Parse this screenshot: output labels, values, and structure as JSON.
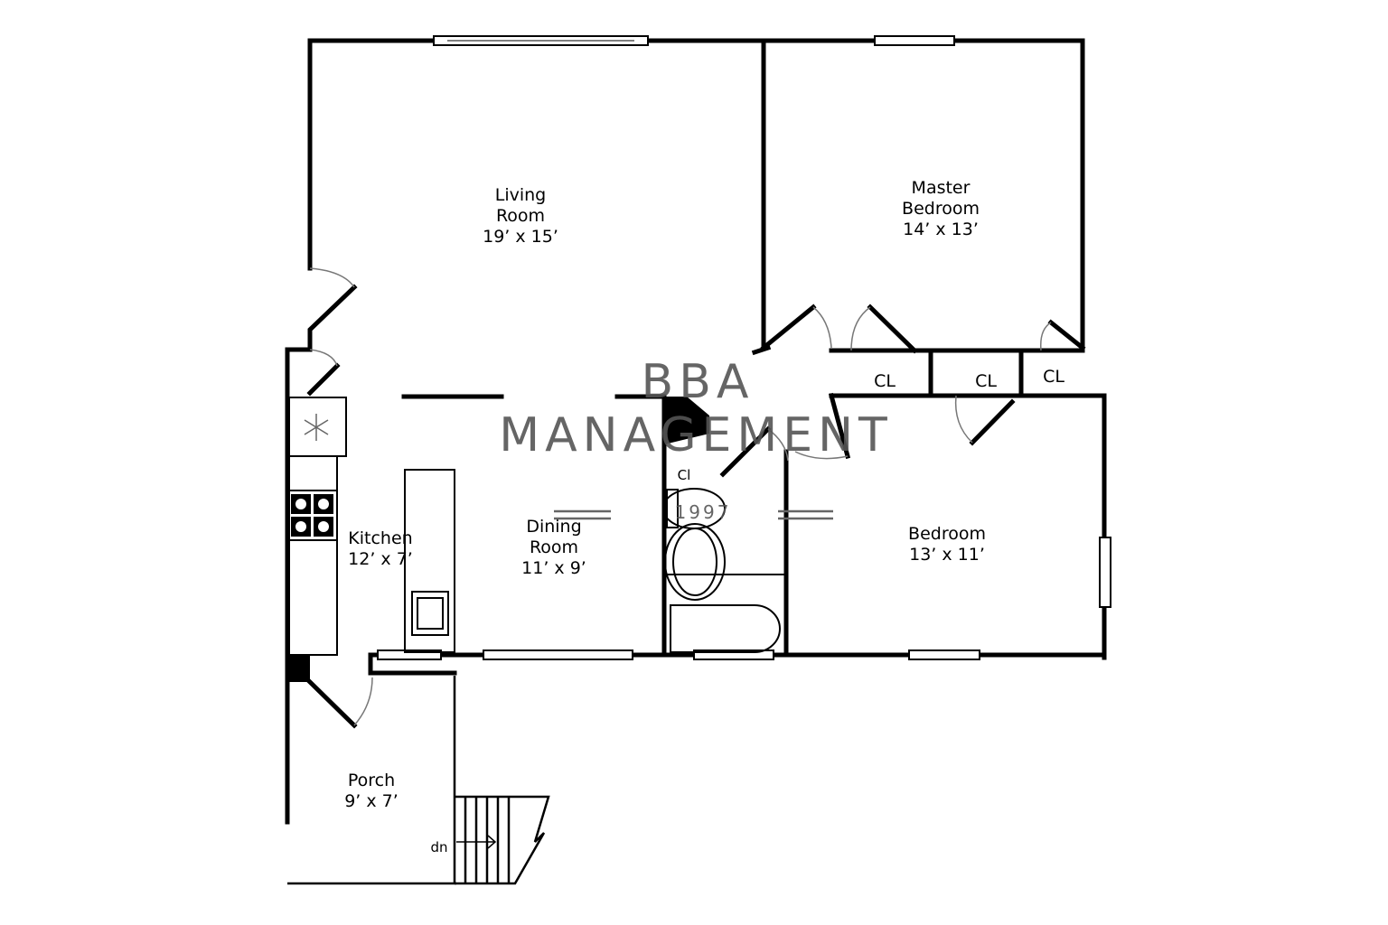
{
  "rooms": {
    "living": {
      "name_1": "Living",
      "name_2": "Room",
      "size": "19’ x 15’"
    },
    "master": {
      "name_1": "Master",
      "name_2": "Bedroom",
      "size": "14’ x 13’"
    },
    "kitchen": {
      "name": "Kitchen",
      "size": "12’ x 7’"
    },
    "dining": {
      "name_1": "Dining",
      "name_2": "Room",
      "size": "11’ x 9’"
    },
    "bedroom": {
      "name": "Bedroom",
      "size": "13’ x 11’"
    },
    "porch": {
      "name": "Porch",
      "size": "9’ x 7’"
    }
  },
  "closets": [
    "CL",
    "CL",
    "CL"
  ],
  "small_closet": "Cl",
  "stairs_label": "dn",
  "watermark": {
    "line1": "BBA",
    "line2": "MANAGEMENT",
    "year": "1997"
  },
  "colors": {
    "wall": "#000000",
    "door_arc": "#777777",
    "watermark": "#555555"
  }
}
